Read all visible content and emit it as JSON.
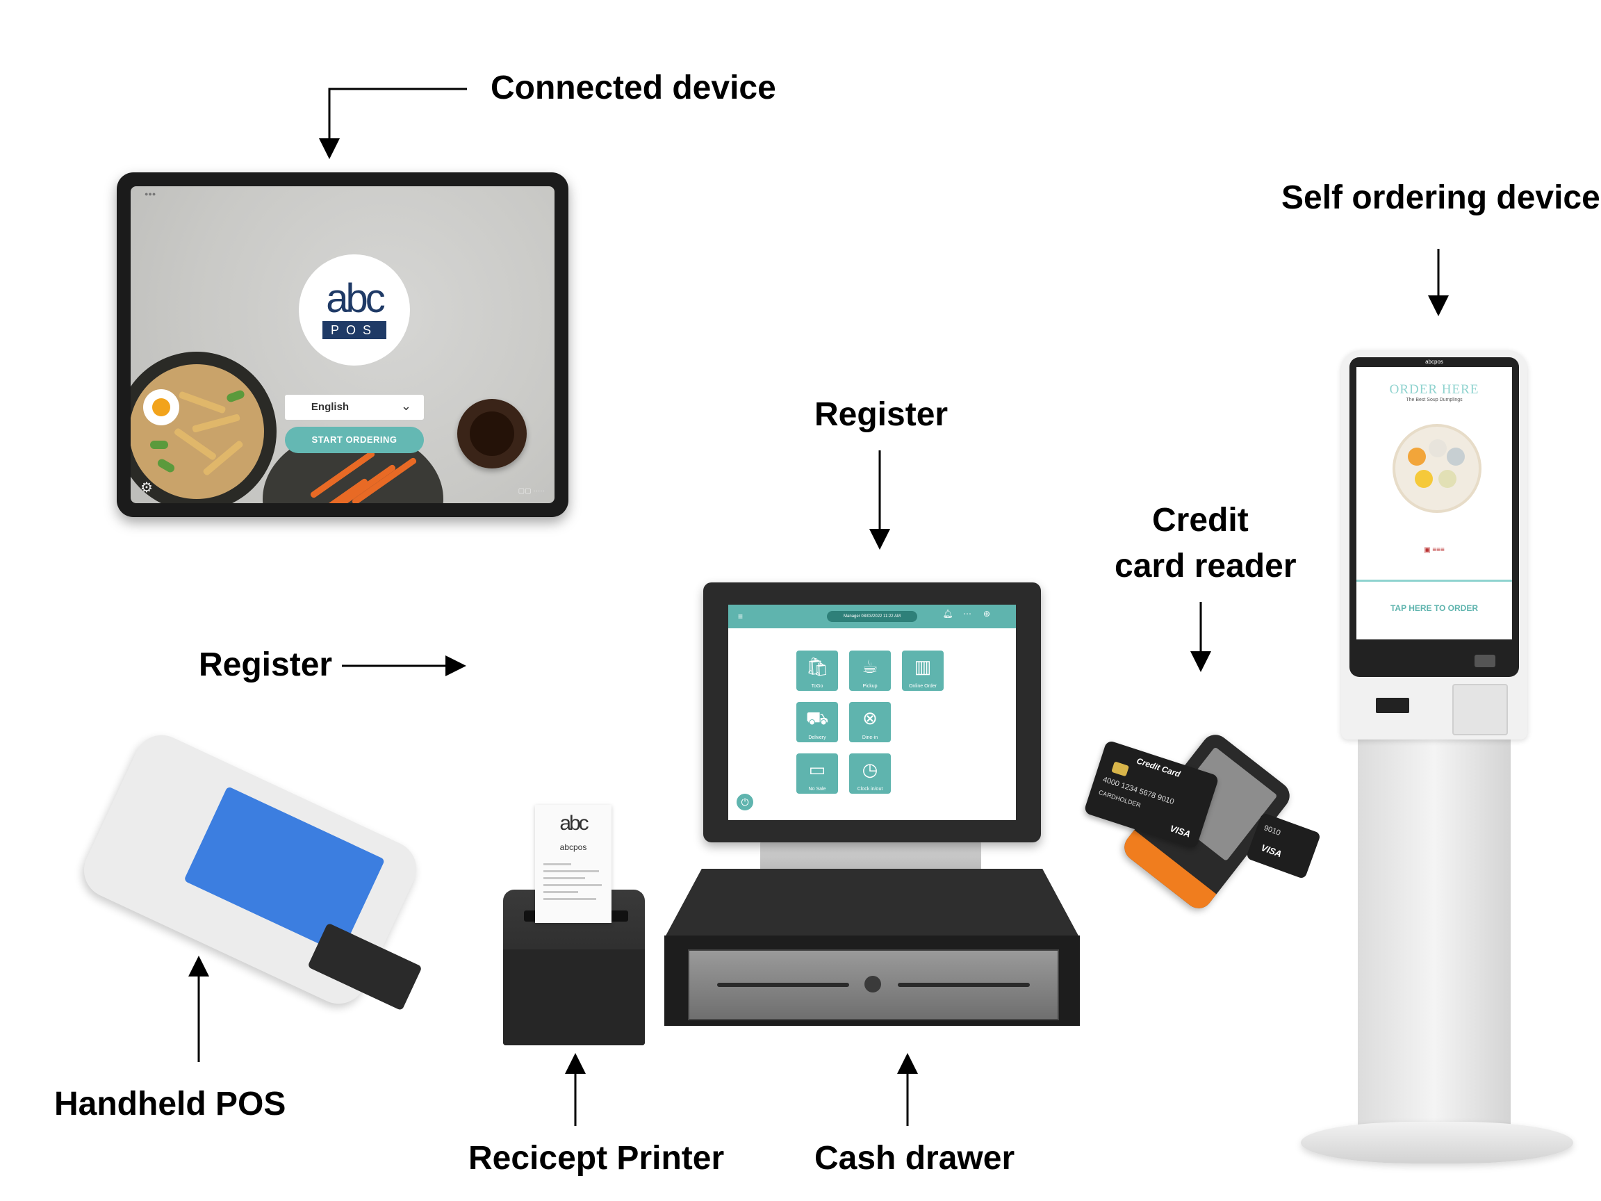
{
  "labels": {
    "connected_device": "Connected device",
    "self_ordering_device": "Self ordering device",
    "register_top": "Register",
    "credit_card_reader_line1": "Credit",
    "credit_card_reader_line2": "card reader",
    "register_left": "Register",
    "handheld_pos": "Handheld POS",
    "receipt_printer": "Recicept Printer",
    "cash_drawer": "Cash drawer"
  },
  "tablet": {
    "logo_letters": "abc",
    "logo_sub": "POS",
    "language": "English",
    "start_button": "START ORDERING"
  },
  "register_screen": {
    "header_pill": "Manager 08/03/2022 11:22 AM",
    "tiles": [
      "ToGo",
      "Pickup",
      "Online Order",
      "Delivery",
      "Dine-in",
      "No Sale",
      "Clock in/out"
    ]
  },
  "receipt": {
    "logo_letters": "abc",
    "name": "abcpos"
  },
  "credit_card": {
    "title": "Credit Card",
    "number": "4000 1234 5678 9010",
    "holder": "CARDHOLDER",
    "brand": "VISA",
    "second_number": "9010",
    "second_brand": "VISA"
  },
  "kiosk": {
    "brand": "abcpos",
    "title": "ORDER HERE",
    "subtitle": "The Best Soup Dumplings",
    "tap_text": "TAP HERE TO ORDER"
  },
  "colors": {
    "accent_teal": "#5fb4ae",
    "navy": "#1f3a66",
    "card_orange": "#f07d1e"
  },
  "icons": [
    "gear-icon",
    "chevron-down-icon",
    "bell-icon",
    "globe-icon",
    "logout-icon"
  ]
}
